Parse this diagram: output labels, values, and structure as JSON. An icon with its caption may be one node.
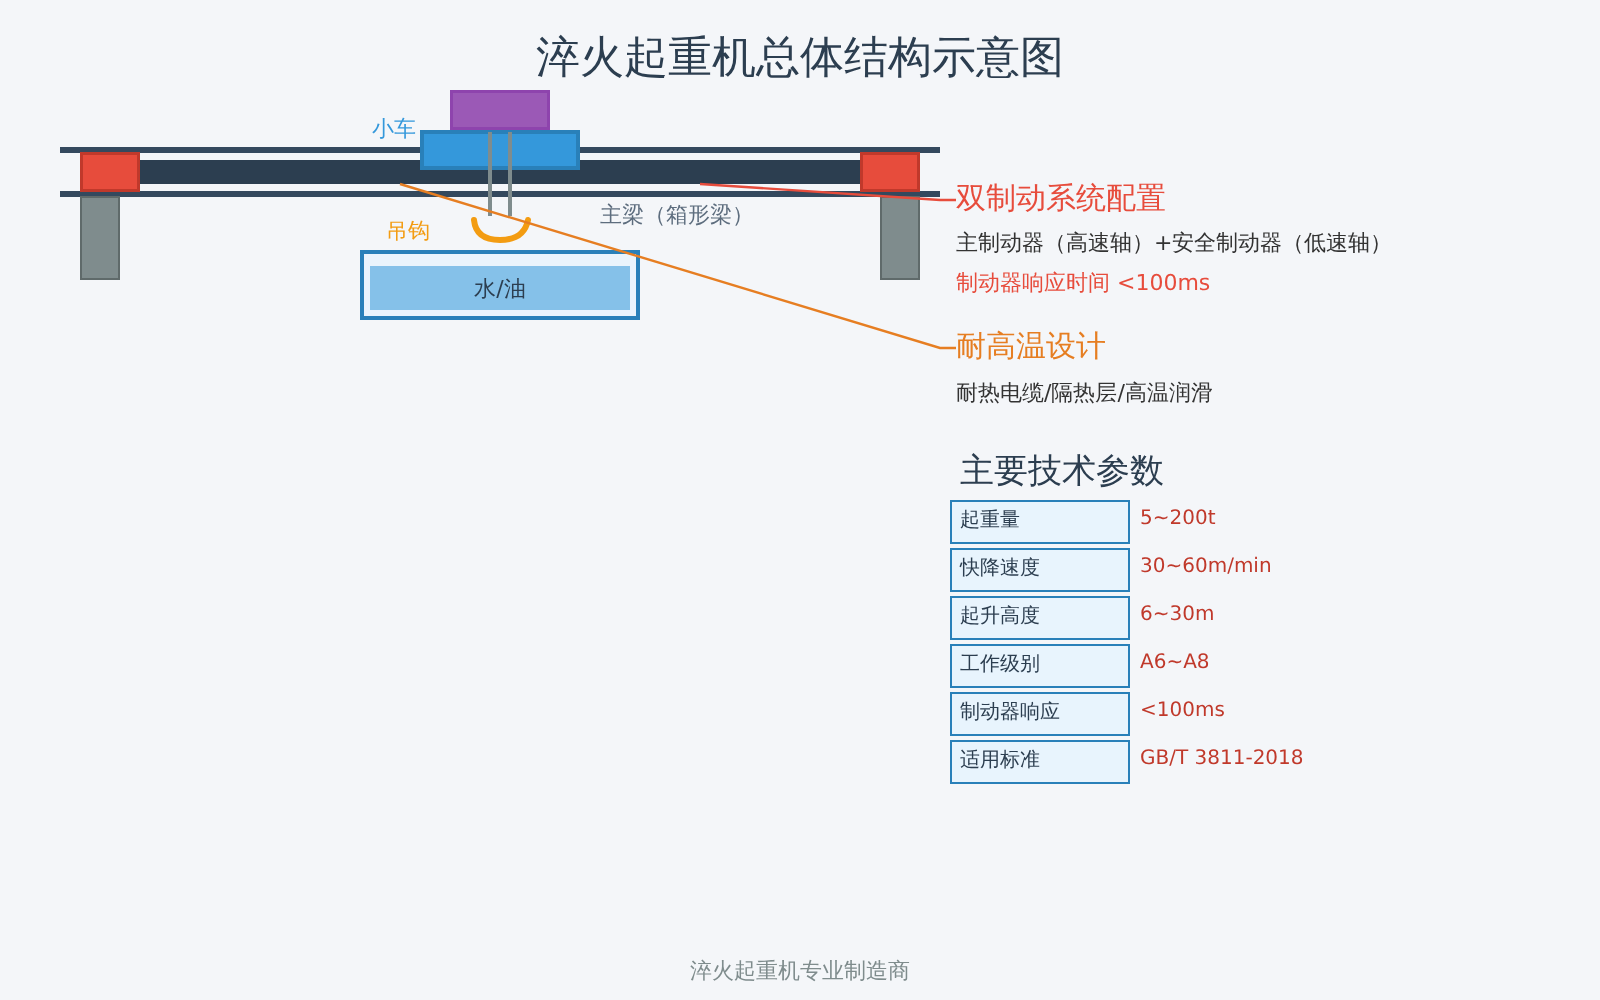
{
  "diagram": {
    "title": "淬火起重机总体结构示意图",
    "nodes": [
      {
        "text": [],
        "shape": "bar"
      },
      {
        "text": [],
        "shape": "box"
      },
      {
        "text": [
          "水/油"
        ],
        "in": 1
      },
      {
        "text": [
          "双制动系统配置",
          "主制动器（高速轴）+安全制动器（低速轴）",
          "制动器响应时间 <100ms"
        ]
      },
      {
        "text": [
          "耐高温设计",
          "耐热电缆/隔热层/高温润滑"
        ]
      }
    ],
    "edges": [
      {
        "from": 3,
        "to": 0,
        "arrow": "none",
        "color": "#e74c3c"
      },
      {
        "from": 4,
        "to": 0,
        "arrow": "none",
        "color": "#e67e22"
      }
    ],
    "labels": [
      "小车",
      "主梁（箱形梁）",
      "吊钩",
      "主要技术参数",
      "起重量",
      "5~200t",
      "快降速度",
      "30~60m/min",
      "起升高度",
      "6~30m",
      "工作级别",
      "A6~A8",
      "制动器响应",
      "<100ms",
      "适用标准",
      "GB/T 3811-2018",
      "淬火起重机专业制造商"
    ]
  }
}
